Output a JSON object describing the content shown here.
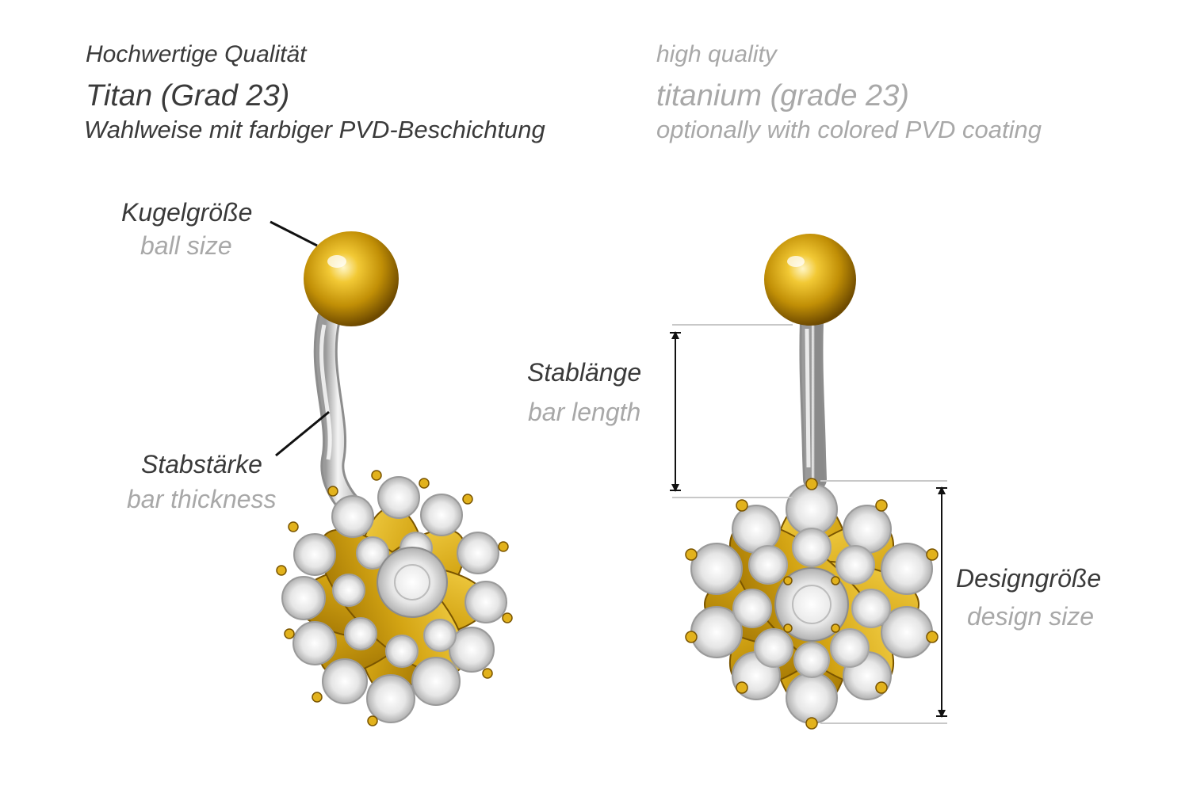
{
  "header": {
    "de": {
      "quality": "Hochwertige Qualität",
      "material": "Titan (Grad 23)",
      "coating": "Wahlweise mit farbiger PVD-Beschichtung"
    },
    "en": {
      "quality": "high quality",
      "material": "titanium (grade 23)",
      "coating": "optionally with colored PVD coating"
    }
  },
  "labels": {
    "ball_size": {
      "de": "Kugelgröße",
      "en": "ball size"
    },
    "bar_thickness": {
      "de": "Stabstärke",
      "en": "bar thickness"
    },
    "bar_length": {
      "de": "Stablänge",
      "en": "bar length"
    },
    "design_size": {
      "de": "Designgröße",
      "en": "design size"
    }
  },
  "colors": {
    "gold": "#d4a514",
    "gold_dark": "#8a6200",
    "steel": "#d8d8d8",
    "dark_text": "#3a3a3a",
    "light_text": "#a8a8a8"
  }
}
